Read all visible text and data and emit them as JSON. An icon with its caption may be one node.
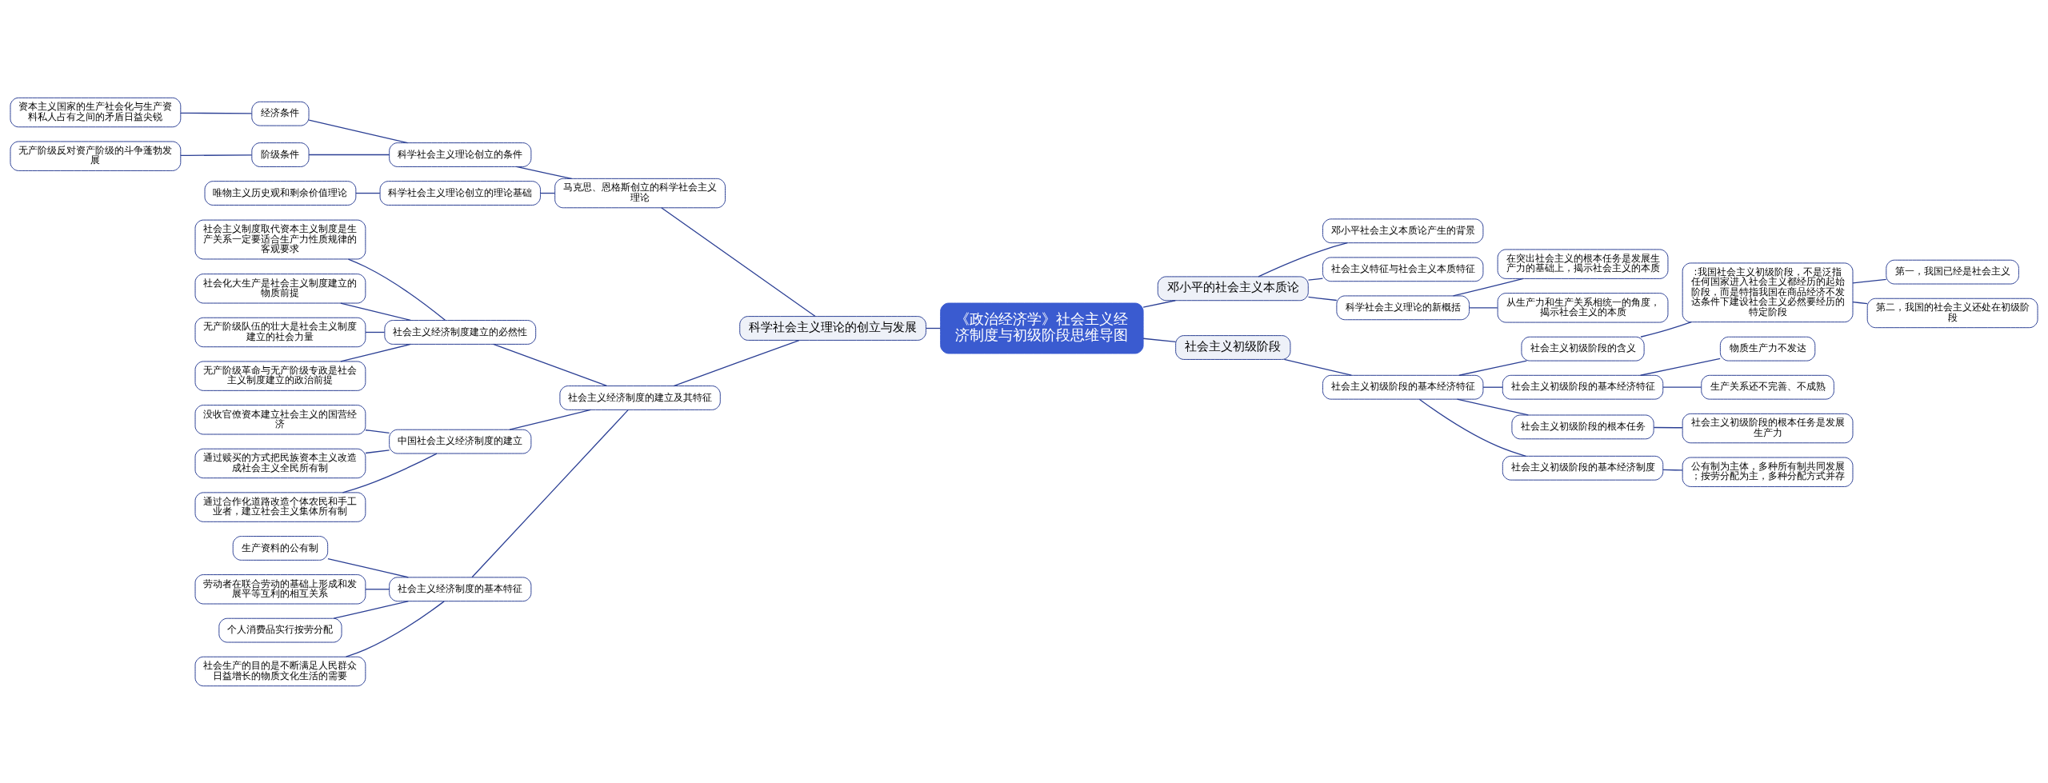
{
  "diagram": {
    "nodes": [
      {
        "text": [
          "《政治经济学》社会主义经济制度与初级阶段思维导图"
        ]
      },
      {
        "text": [
          "科学社会主义理论的创立与发展"
        ]
      },
      {
        "text": [
          "马克思、恩格斯创立的科学社会主义理论"
        ]
      },
      {
        "text": [
          "科学社会主义理论创立的条件"
        ]
      },
      {
        "text": [
          "经济条件"
        ]
      },
      {
        "text": [
          "资本主义国家的生产社会化与生产资料私人占有之间的矛盾日益尖锐"
        ]
      },
      {
        "text": [
          "阶级条件"
        ]
      },
      {
        "text": [
          "无产阶级反对资产阶级的斗争蓬勃发展"
        ]
      },
      {
        "text": [
          "科学社会主义理论创立的理论基础"
        ]
      },
      {
        "text": [
          "唯物主义历史观和剩余价值理论"
        ]
      },
      {
        "text": [
          "社会主义经济制度的建立及其特征"
        ]
      },
      {
        "text": [
          "社会主义经济制度建立的必然性"
        ]
      },
      {
        "text": [
          "社会主义制度取代资本主义制度是生产关系一定要适合生产力性质规律的客观要求"
        ]
      },
      {
        "text": [
          "社会化大生产是社会主义制度建立的物质前提"
        ]
      },
      {
        "text": [
          "无产阶级队伍的壮大是社会主义制度建立的社会力量"
        ]
      },
      {
        "text": [
          "无产阶级革命与无产阶级专政是社会主义制度建立的政治前提"
        ]
      },
      {
        "text": [
          "中国社会主义经济制度的建立"
        ]
      },
      {
        "text": [
          "没收官僚资本建立社会主义的国营经济"
        ]
      },
      {
        "text": [
          "通过赎买的方式把民族资本主义改造成社会主义全民所有制"
        ]
      },
      {
        "text": [
          "通过合作化道路改造个体农民和手工业者，建立社会主义集体所有制"
        ]
      },
      {
        "text": [
          "社会主义经济制度的基本特征"
        ]
      },
      {
        "text": [
          "生产资料的公有制"
        ]
      },
      {
        "text": [
          "劳动者在联合劳动的基础上形成和发展平等互利的相互关系"
        ]
      },
      {
        "text": [
          "个人消费品实行按劳分配"
        ]
      },
      {
        "text": [
          "社会生产的目的是不断满足人民群众日益增长的物质文化生活的需要"
        ]
      },
      {
        "text": [
          "邓小平的社会主义本质论"
        ]
      },
      {
        "text": [
          "邓小平社会主义本质论产生的背景"
        ]
      },
      {
        "text": [
          "社会主义特征与社会主义本质特征"
        ]
      },
      {
        "text": [
          "科学社会主义理论的新概括"
        ]
      },
      {
        "text": [
          "在突出社会主义的根本任务是发展生产力的基础上，揭示社会主义的本质"
        ]
      },
      {
        "text": [
          "从生产力和生产关系相统一的角度，揭示社会主义的本质"
        ]
      },
      {
        "text": [
          "社会主义初级阶段"
        ]
      },
      {
        "text": [
          "社会主义初级阶段的基本经济特征"
        ]
      },
      {
        "text": [
          "社会主义初级阶段的含义"
        ]
      },
      {
        "text": [
          ":我国社会主义初级阶段，不是泛指任何国家进入社会主义都经历的起始阶段，而是特指我国在商品经济不发达条件下建设社会主义必然要经历的特定阶段"
        ]
      },
      {
        "text": [
          "第一，我国已经是社会主义"
        ]
      },
      {
        "text": [
          "第二，我国的社会主义还处在初级阶段"
        ]
      },
      {
        "text": [
          "社会主义初级阶段的基本经济特征"
        ]
      },
      {
        "text": [
          "物质生产力不发达"
        ]
      },
      {
        "text": [
          "生产关系还不完善、不成熟"
        ]
      },
      {
        "text": [
          "社会主义初级阶段的根本任务"
        ]
      },
      {
        "text": [
          "社会主义初级阶段的根本任务是发展生产力"
        ]
      },
      {
        "text": [
          "社会主义初级阶段的基本经济制度"
        ]
      },
      {
        "text": [
          "公有制为主体，多种所有制共同发展；按劳分配为主，多种分配方式并存"
        ]
      }
    ],
    "edges": [
      {
        "from": 0,
        "to": 1,
        "arrow": "none"
      },
      {
        "from": 1,
        "to": 2,
        "arrow": "none"
      },
      {
        "from": 2,
        "to": 3,
        "arrow": "none"
      },
      {
        "from": 3,
        "to": 4,
        "arrow": "none"
      },
      {
        "from": 4,
        "to": 5,
        "arrow": "none"
      },
      {
        "from": 3,
        "to": 6,
        "arrow": "none"
      },
      {
        "from": 6,
        "to": 7,
        "arrow": "none"
      },
      {
        "from": 2,
        "to": 8,
        "arrow": "none"
      },
      {
        "from": 8,
        "to": 9,
        "arrow": "none"
      },
      {
        "from": 1,
        "to": 10,
        "arrow": "none"
      },
      {
        "from": 10,
        "to": 11,
        "arrow": "none"
      },
      {
        "from": 11,
        "to": 12,
        "arrow": "none"
      },
      {
        "from": 11,
        "to": 13,
        "arrow": "none"
      },
      {
        "from": 11,
        "to": 14,
        "arrow": "none"
      },
      {
        "from": 11,
        "to": 15,
        "arrow": "none"
      },
      {
        "from": 10,
        "to": 16,
        "arrow": "none"
      },
      {
        "from": 16,
        "to": 17,
        "arrow": "none"
      },
      {
        "from": 16,
        "to": 18,
        "arrow": "none"
      },
      {
        "from": 16,
        "to": 19,
        "arrow": "none"
      },
      {
        "from": 10,
        "to": 20,
        "arrow": "none"
      },
      {
        "from": 20,
        "to": 21,
        "arrow": "none"
      },
      {
        "from": 20,
        "to": 22,
        "arrow": "none"
      },
      {
        "from": 20,
        "to": 23,
        "arrow": "none"
      },
      {
        "from": 20,
        "to": 24,
        "arrow": "none"
      },
      {
        "from": 0,
        "to": 25,
        "arrow": "none"
      },
      {
        "from": 25,
        "to": 26,
        "arrow": "none"
      },
      {
        "from": 25,
        "to": 27,
        "arrow": "none"
      },
      {
        "from": 25,
        "to": 28,
        "arrow": "none"
      },
      {
        "from": 28,
        "to": 29,
        "arrow": "none"
      },
      {
        "from": 28,
        "to": 30,
        "arrow": "none"
      },
      {
        "from": 0,
        "to": 31,
        "arrow": "none"
      },
      {
        "from": 31,
        "to": 32,
        "arrow": "none"
      },
      {
        "from": 32,
        "to": 33,
        "arrow": "none"
      },
      {
        "from": 33,
        "to": 34,
        "arrow": "none"
      },
      {
        "from": 34,
        "to": 35,
        "arrow": "none"
      },
      {
        "from": 34,
        "to": 36,
        "arrow": "none"
      },
      {
        "from": 32,
        "to": 37,
        "arrow": "none"
      },
      {
        "from": 37,
        "to": 38,
        "arrow": "none"
      },
      {
        "from": 37,
        "to": 39,
        "arrow": "none"
      },
      {
        "from": 32,
        "to": 40,
        "arrow": "none"
      },
      {
        "from": 40,
        "to": 41,
        "arrow": "none"
      },
      {
        "from": 32,
        "to": 42,
        "arrow": "none"
      },
      {
        "from": 42,
        "to": 43,
        "arrow": "none"
      }
    ]
  }
}
